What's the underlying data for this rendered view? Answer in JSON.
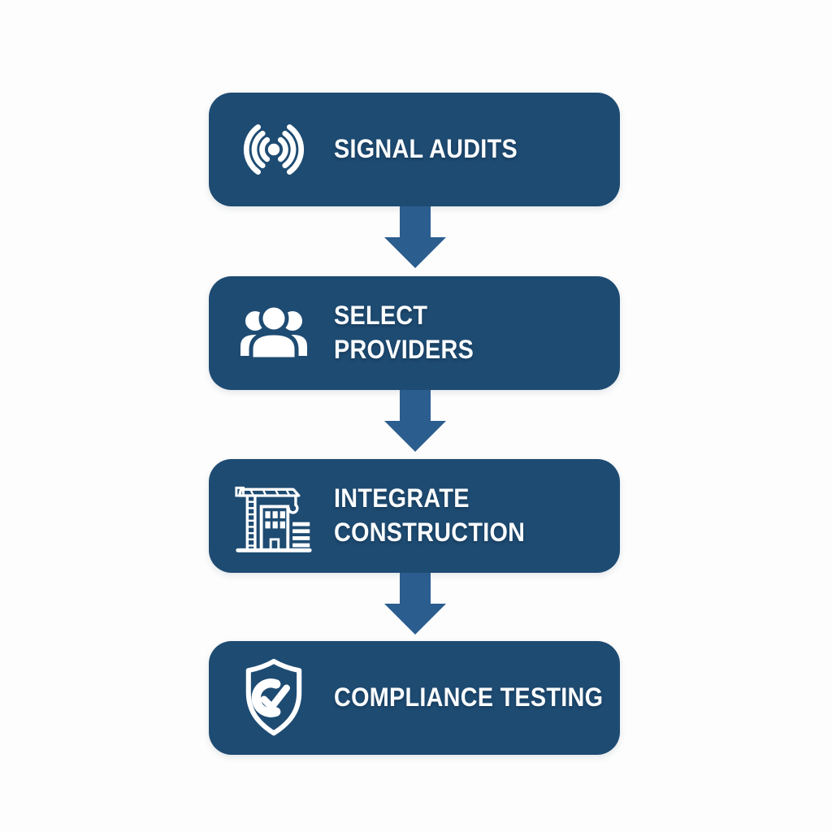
{
  "flow": {
    "colors": {
      "background": "#fdfdfd",
      "box": "#1e4b72",
      "arrow": "#2b5d8f",
      "text": "#fafcfd",
      "icon": "#ffffff"
    },
    "steps": [
      {
        "label": "SIGNAL AUDITS",
        "icon": "signal-broadcast-icon"
      },
      {
        "label": "SELECT\nPROVIDERS",
        "icon": "people-group-icon"
      },
      {
        "label": "INTEGRATE\nCONSTRUCTION",
        "icon": "construction-crane-icon"
      },
      {
        "label": "COMPLIANCE TESTING",
        "icon": "shield-check-icon"
      }
    ]
  }
}
